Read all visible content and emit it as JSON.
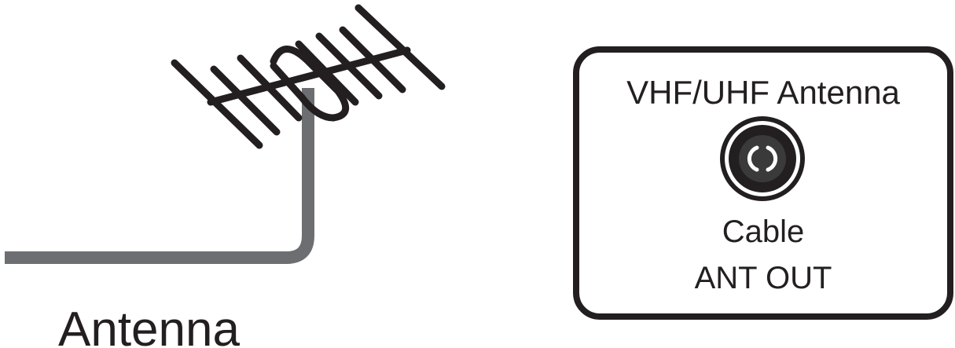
{
  "antenna": {
    "caption": "Antenna",
    "icon": "yagi-antenna-icon"
  },
  "connector_panel": {
    "title": "VHF/UHF Antenna",
    "connector_icon": "coaxial-jack-icon",
    "label_line1": "Cable",
    "label_line2": "ANT OUT"
  },
  "colors": {
    "outline": "#231f20",
    "cable": "#6d6e71",
    "background": "#ffffff"
  }
}
